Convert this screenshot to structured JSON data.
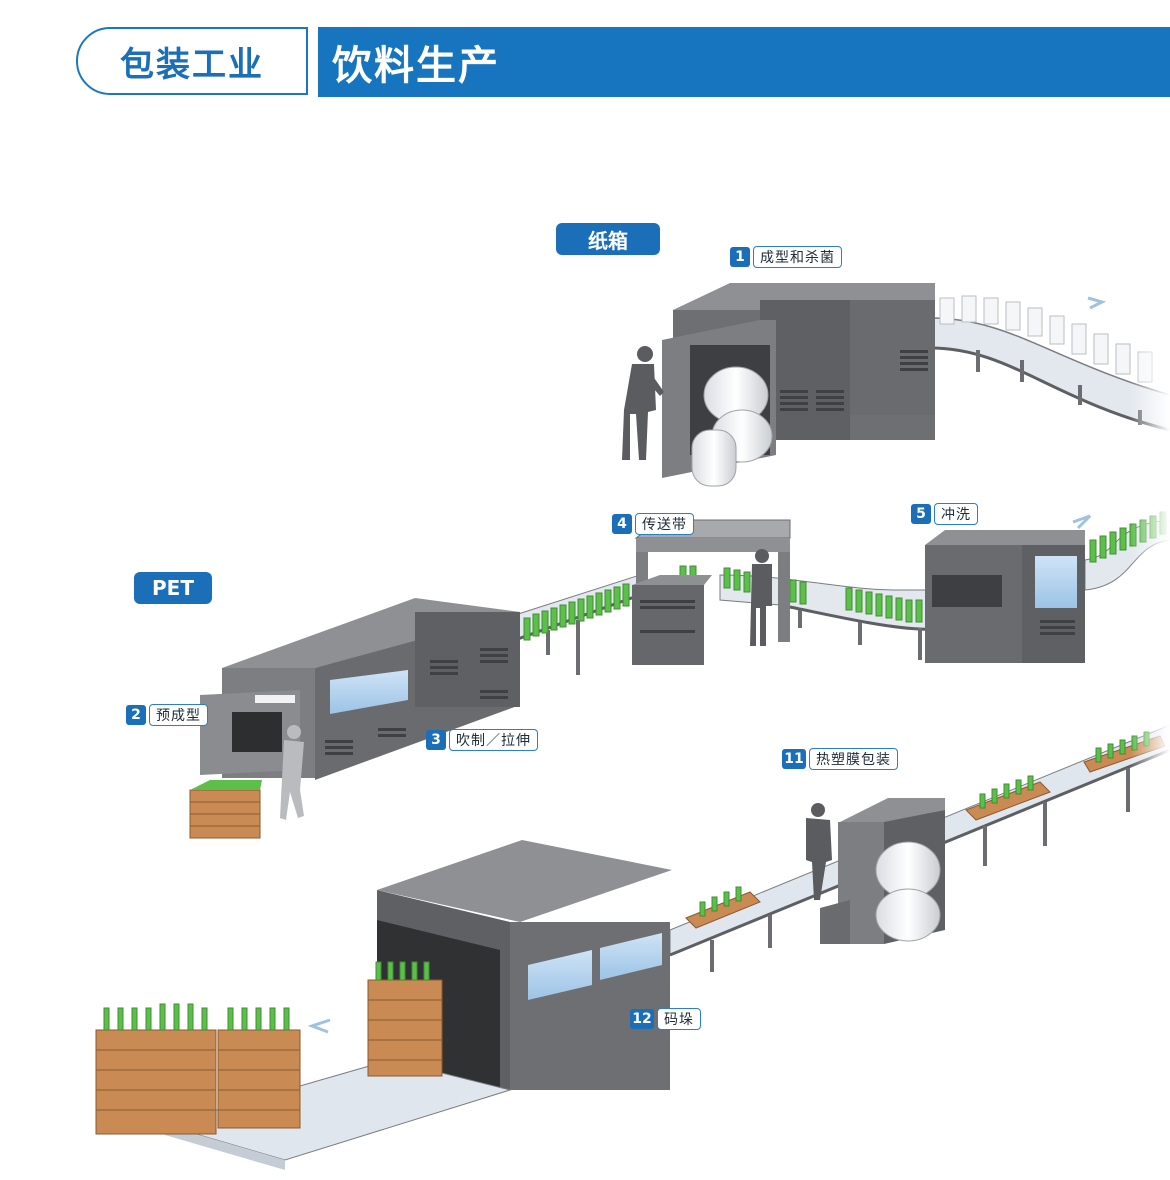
{
  "header": {
    "category": "包装工业",
    "title": "饮料生产"
  },
  "sections": {
    "carton": "纸箱",
    "pet": "PET"
  },
  "steps": [
    {
      "num": "1",
      "label": "成型和杀菌"
    },
    {
      "num": "2",
      "label": "预成型"
    },
    {
      "num": "3",
      "label": "吹制／拉伸"
    },
    {
      "num": "4",
      "label": "传送带"
    },
    {
      "num": "5",
      "label": "冲洗"
    },
    {
      "num": "11",
      "label": "热塑膜包装"
    },
    {
      "num": "12",
      "label": "码垛"
    }
  ],
  "colors": {
    "accent": "#1775c0",
    "machine": "#6e6f72",
    "conveyor": "#dfe6ee",
    "bottle": "#5cbf4a",
    "crate": "#c98a54"
  }
}
